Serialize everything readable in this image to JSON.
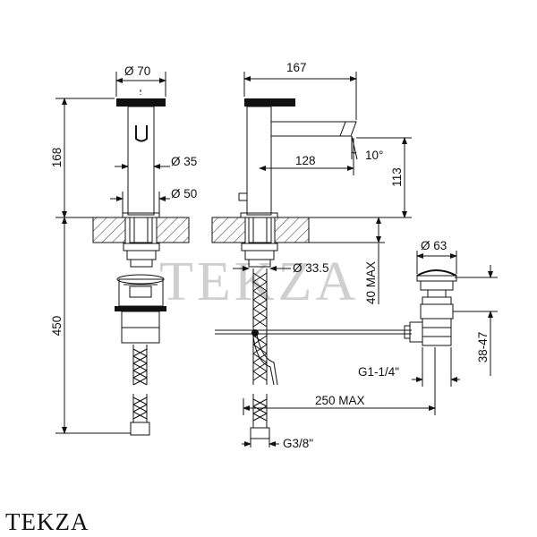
{
  "dimensions": {
    "d70": "Ø 70",
    "d35": "Ø 35",
    "d50": "Ø 50",
    "h168": "168",
    "h450": "450",
    "w167": "167",
    "s128": "128",
    "a10": "10°",
    "h113": "113",
    "d33": "Ø 33.5",
    "m40": "40 MAX",
    "d63": "Ø 63",
    "g114": "G1-1/4\"",
    "r3847": "38-47",
    "m250": "250 MAX",
    "g38": "G3/8\""
  },
  "watermark": "TEKZA",
  "brand": "TEKZA"
}
